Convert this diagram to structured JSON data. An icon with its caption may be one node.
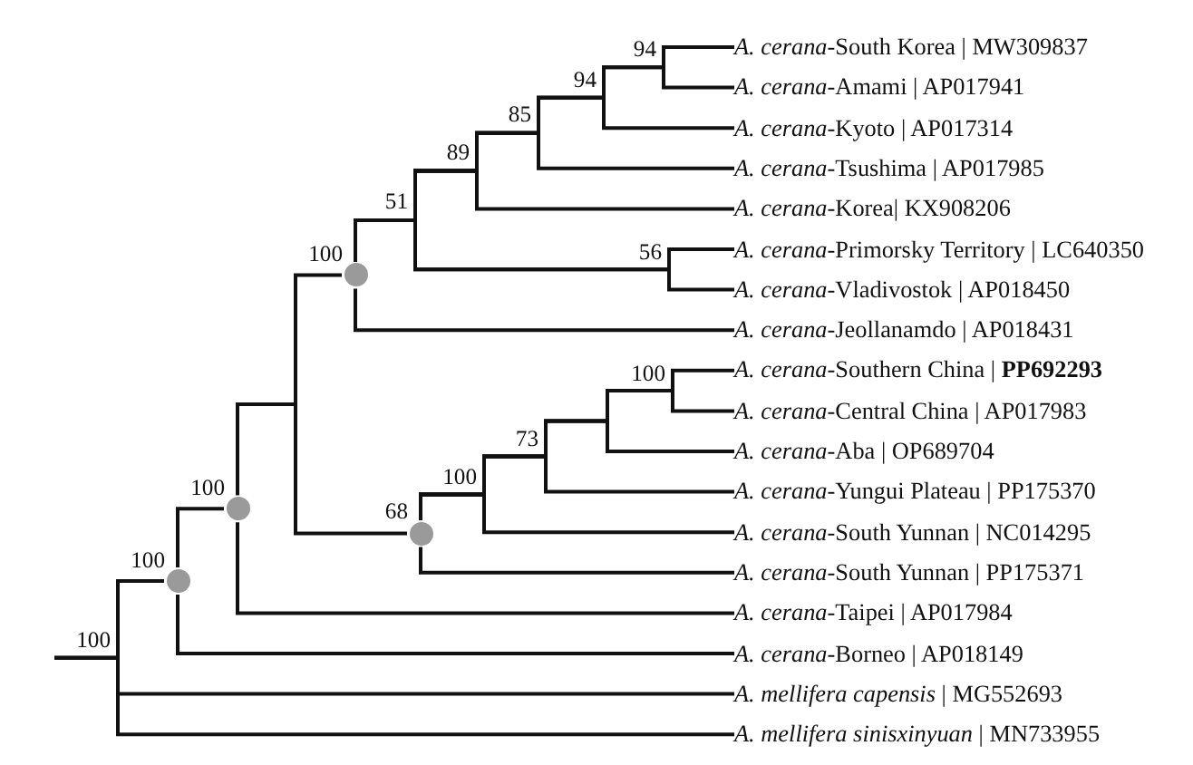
{
  "diagram": {
    "nodes": [
      {
        "text": [
          "*A. cerana*-South Korea | MW309837"
        ]
      },
      {
        "text": [
          "*A. cerana*-Amami | AP017941"
        ]
      },
      {
        "text": [
          "*A. cerana*-Kyoto | AP017314"
        ]
      },
      {
        "text": [
          "*A. cerana*-Tsushima | AP017985"
        ]
      },
      {
        "text": [
          "*A. cerana*-Korea| KX908206"
        ]
      },
      {
        "text": [
          "*A. cerana*-Primorsky Territory | LC640350"
        ]
      },
      {
        "text": [
          "*A. cerana*-Vladivostok | AP018450"
        ]
      },
      {
        "text": [
          "*A. cerana*-Jeollanamdo | AP018431"
        ]
      },
      {
        "text": [
          "*A. cerana*-Southern China | **PP692293**"
        ]
      },
      {
        "text": [
          "*A. cerana*-Central China | AP017983"
        ]
      },
      {
        "text": [
          "*A. cerana*-Aba | OP689704"
        ]
      },
      {
        "text": [
          "*A. cerana*-Yungui Plateau | PP175370"
        ]
      },
      {
        "text": [
          "*A. cerana*-South Yunnan | NC014295"
        ]
      },
      {
        "text": [
          "*A. cerana*-South Yunnan | PP175371"
        ]
      },
      {
        "text": [
          "*A. cerana*-Taipei | AP017984"
        ]
      },
      {
        "text": [
          "*A. cerana*-Borneo | AP018149"
        ]
      },
      {
        "text": [
          "*A. mellifera capensis* | MG552693"
        ]
      },
      {
        "text": [
          "*A. mellifera sinisxinyuan* | MN733955"
        ]
      },
      {
        "text": [],
        "shape": "circle",
        "beside": [
          "100"
        ]
      },
      {
        "text": [],
        "shape": "circle",
        "beside": [
          "100"
        ]
      },
      {
        "text": [],
        "shape": "circle",
        "beside": [
          "68"
        ]
      },
      {
        "text": [],
        "shape": "circle",
        "beside": [
          "100"
        ]
      }
    ],
    "edges": [
      {
        "from": null,
        "to": 21,
        "arrow": "none"
      },
      {
        "from": null,
        "to": 16,
        "arrow": "none"
      },
      {
        "from": null,
        "to": 17,
        "arrow": "none"
      },
      {
        "from": 21,
        "to": 19,
        "arrow": "none"
      },
      {
        "from": 21,
        "to": 15,
        "arrow": "none"
      },
      {
        "from": 19,
        "to": 18,
        "arrow": "none"
      },
      {
        "from": 19,
        "to": 20,
        "arrow": "none"
      },
      {
        "from": 19,
        "to": 14,
        "arrow": "none"
      },
      {
        "from": 18,
        "to": 0,
        "arrow": "none"
      },
      {
        "from": 18,
        "to": 1,
        "arrow": "none"
      },
      {
        "from": 18,
        "to": 2,
        "arrow": "none"
      },
      {
        "from": 18,
        "to": 3,
        "arrow": "none"
      },
      {
        "from": 18,
        "to": 4,
        "arrow": "none"
      },
      {
        "from": 18,
        "to": 5,
        "arrow": "none"
      },
      {
        "from": 18,
        "to": 6,
        "arrow": "none"
      },
      {
        "from": 18,
        "to": 7,
        "arrow": "none"
      },
      {
        "from": 20,
        "to": 8,
        "arrow": "none"
      },
      {
        "from": 20,
        "to": 9,
        "arrow": "none"
      },
      {
        "from": 20,
        "to": 10,
        "arrow": "none"
      },
      {
        "from": 20,
        "to": 11,
        "arrow": "none"
      },
      {
        "from": 20,
        "to": 12,
        "arrow": "none"
      },
      {
        "from": 20,
        "to": 13,
        "arrow": "none"
      }
    ],
    "labels": [
      "94",
      "94",
      "85",
      "89",
      "51",
      "56",
      "100",
      "73",
      "100",
      "100"
    ]
  }
}
